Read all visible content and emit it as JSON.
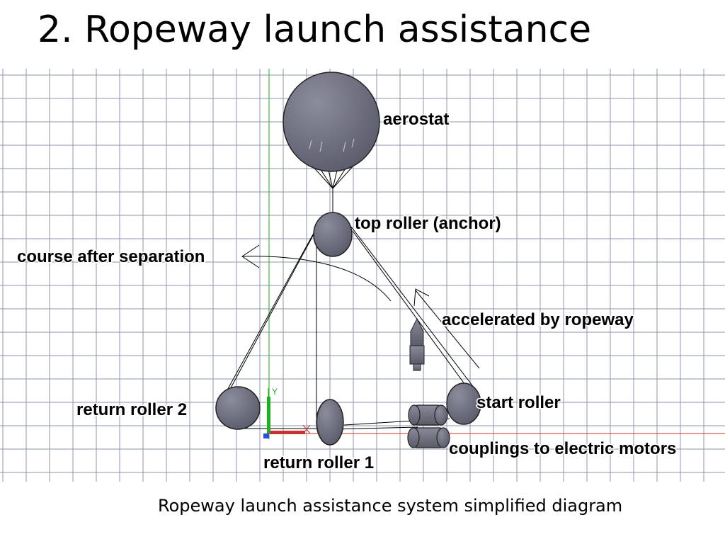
{
  "title": "2. Ropeway launch assistance",
  "caption": "Ropeway launch assistance system simplified diagram",
  "diagram": {
    "labels": {
      "aerostat": "aerostat",
      "top_roller": "top roller (anchor)",
      "course_after_separation": "course after separation",
      "accelerated_by_ropeway": "accelerated by ropeway",
      "start_roller": "start roller",
      "return_roller_2": "return roller 2",
      "couplings": "couplings to electric motors",
      "return_roller_1": "return roller 1"
    },
    "ucs_axis_label": "Y",
    "colors": {
      "grid": "#7f8aa3",
      "body_fill": "#6b6c7d",
      "line": "#000000",
      "ucs_y": "#1eb11e",
      "ucs_x": "#c83232",
      "ucs_z": "#2a4fd6"
    }
  }
}
